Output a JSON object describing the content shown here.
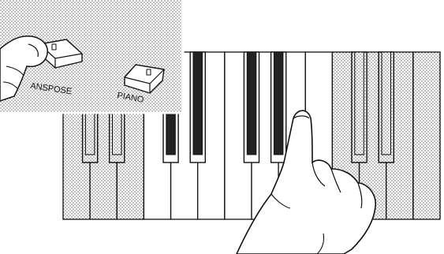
{
  "labels": {
    "transpose": "ANSPOSE",
    "piano": "PIANO"
  },
  "icons": {
    "left_hand": "hand-pressing-icon",
    "right_hand": "hand-pointing-icon"
  },
  "keyboard": {
    "white_key_count": 14,
    "shaded_white_keys": [
      0,
      1,
      2,
      10,
      11,
      12,
      13
    ],
    "black_keys": [
      {
        "after_white": 0,
        "shaded": true
      },
      {
        "after_white": 1,
        "shaded": true
      },
      {
        "after_white": 3,
        "shaded": false
      },
      {
        "after_white": 4,
        "shaded": false
      },
      {
        "after_white": 6,
        "shaded": false
      },
      {
        "after_white": 7,
        "shaded": false
      },
      {
        "after_white": 10,
        "shaded": true
      },
      {
        "after_white": 11,
        "shaded": true
      }
    ]
  }
}
